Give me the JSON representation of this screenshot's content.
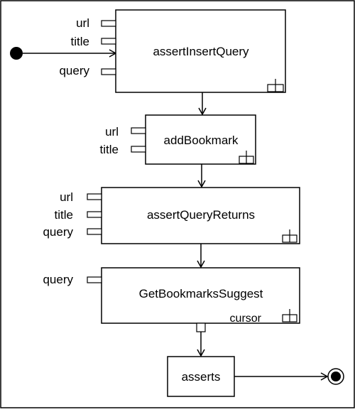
{
  "diagram": {
    "actions": {
      "assert_insert_query": {
        "label": "assertInsertQuery",
        "pins": [
          "url",
          "title",
          "query"
        ]
      },
      "add_bookmark": {
        "label": "addBookmark",
        "pins": [
          "url",
          "title"
        ]
      },
      "assert_query_returns": {
        "label": "assertQueryReturns",
        "pins": [
          "url",
          "title",
          "query"
        ]
      },
      "get_bookmarks_suggest": {
        "label": "GetBookmarksSuggest",
        "pins": [
          "query"
        ],
        "output_label": "cursor"
      },
      "asserts": {
        "label": "asserts"
      }
    }
  }
}
